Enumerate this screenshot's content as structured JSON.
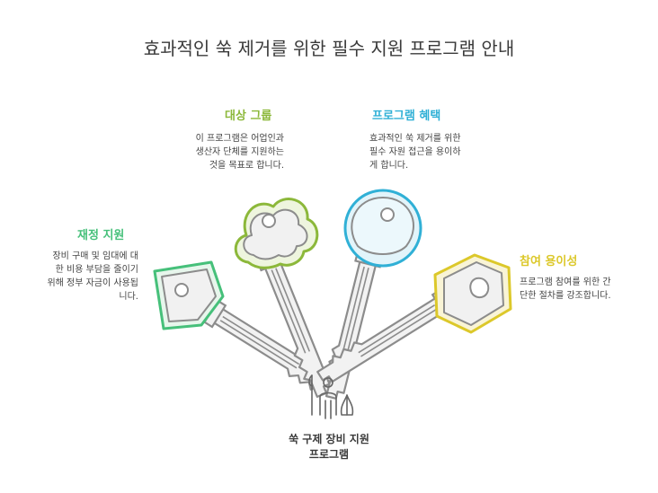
{
  "title": "효과적인 쑥 제거를 위한 필수 지원 프로그램 안내",
  "colors": {
    "green": "#46c07a",
    "lime": "#8cb83a",
    "cyan": "#30b0d6",
    "yellow": "#dcc82a",
    "key_gray": "#8c8c8c"
  },
  "sections": {
    "financial": {
      "heading": "재정 지원",
      "text": "장비 구매 및 임대에 대\n한 비용 부담을 줄이기\n위해 정부 자금이 사용됩\n니다."
    },
    "target": {
      "heading": "대상 그룹",
      "text": "이 프로그램은 어업인과\n생산자 단체를 지원하는\n것을 목표로 합니다."
    },
    "benefit": {
      "heading": "프로그램 혜택",
      "text": "효과적인 쑥 제거를 위한\n필수 자원 접근을 용이하\n게 합니다."
    },
    "ease": {
      "heading": "참여 용이성",
      "text": "프로그램 참여를 위한 간\n단한 절차를 강조합니다."
    }
  },
  "center": {
    "label": "쑥 구제 장비 지원\n프로그램",
    "icon": "person-with-tools-icon"
  }
}
